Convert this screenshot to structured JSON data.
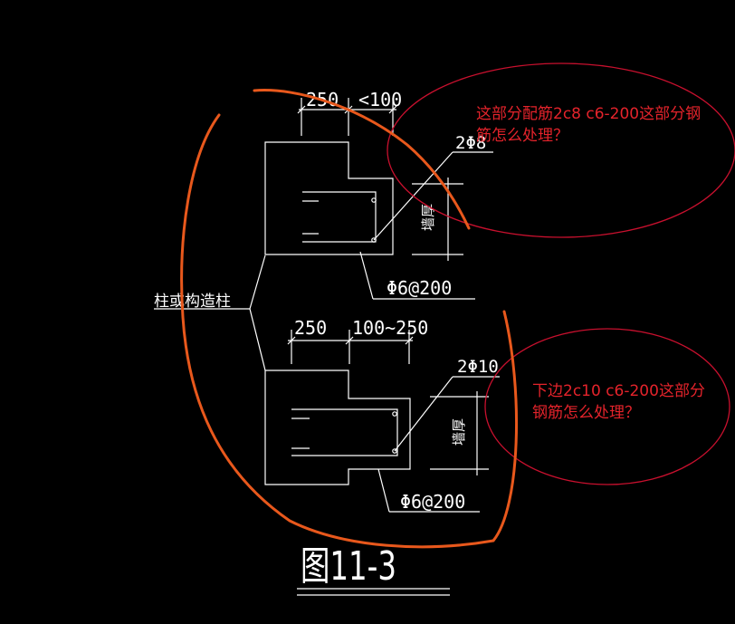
{
  "drawing": {
    "upper_detail": {
      "dim_left": "250",
      "dim_right": "<100",
      "bar_label": "2Φ8",
      "stirrup_label": "Φ6@200",
      "wall_label": "墙厚"
    },
    "lower_detail": {
      "dim_left": "250",
      "dim_right": "100~250",
      "bar_label": "2Φ10",
      "stirrup_label": "Φ6@200",
      "wall_label": "墙厚"
    },
    "column_label": "柱或构造柱",
    "figure_title": "图11-3"
  },
  "annotations": {
    "note_top_line1": "这部分配筋2c8  c6-200这部分钢",
    "note_top_line2": "筋怎么处理？",
    "note_bottom_line1": "下边2c10  c6-200这部分",
    "note_bottom_line2": "钢筋怎么处理？"
  },
  "colors": {
    "background": "#000000",
    "linework": "#ffffff",
    "markup_arc": "#e8581c",
    "markup_ellipse": "#c8102e",
    "note_text": "#e4232b"
  }
}
